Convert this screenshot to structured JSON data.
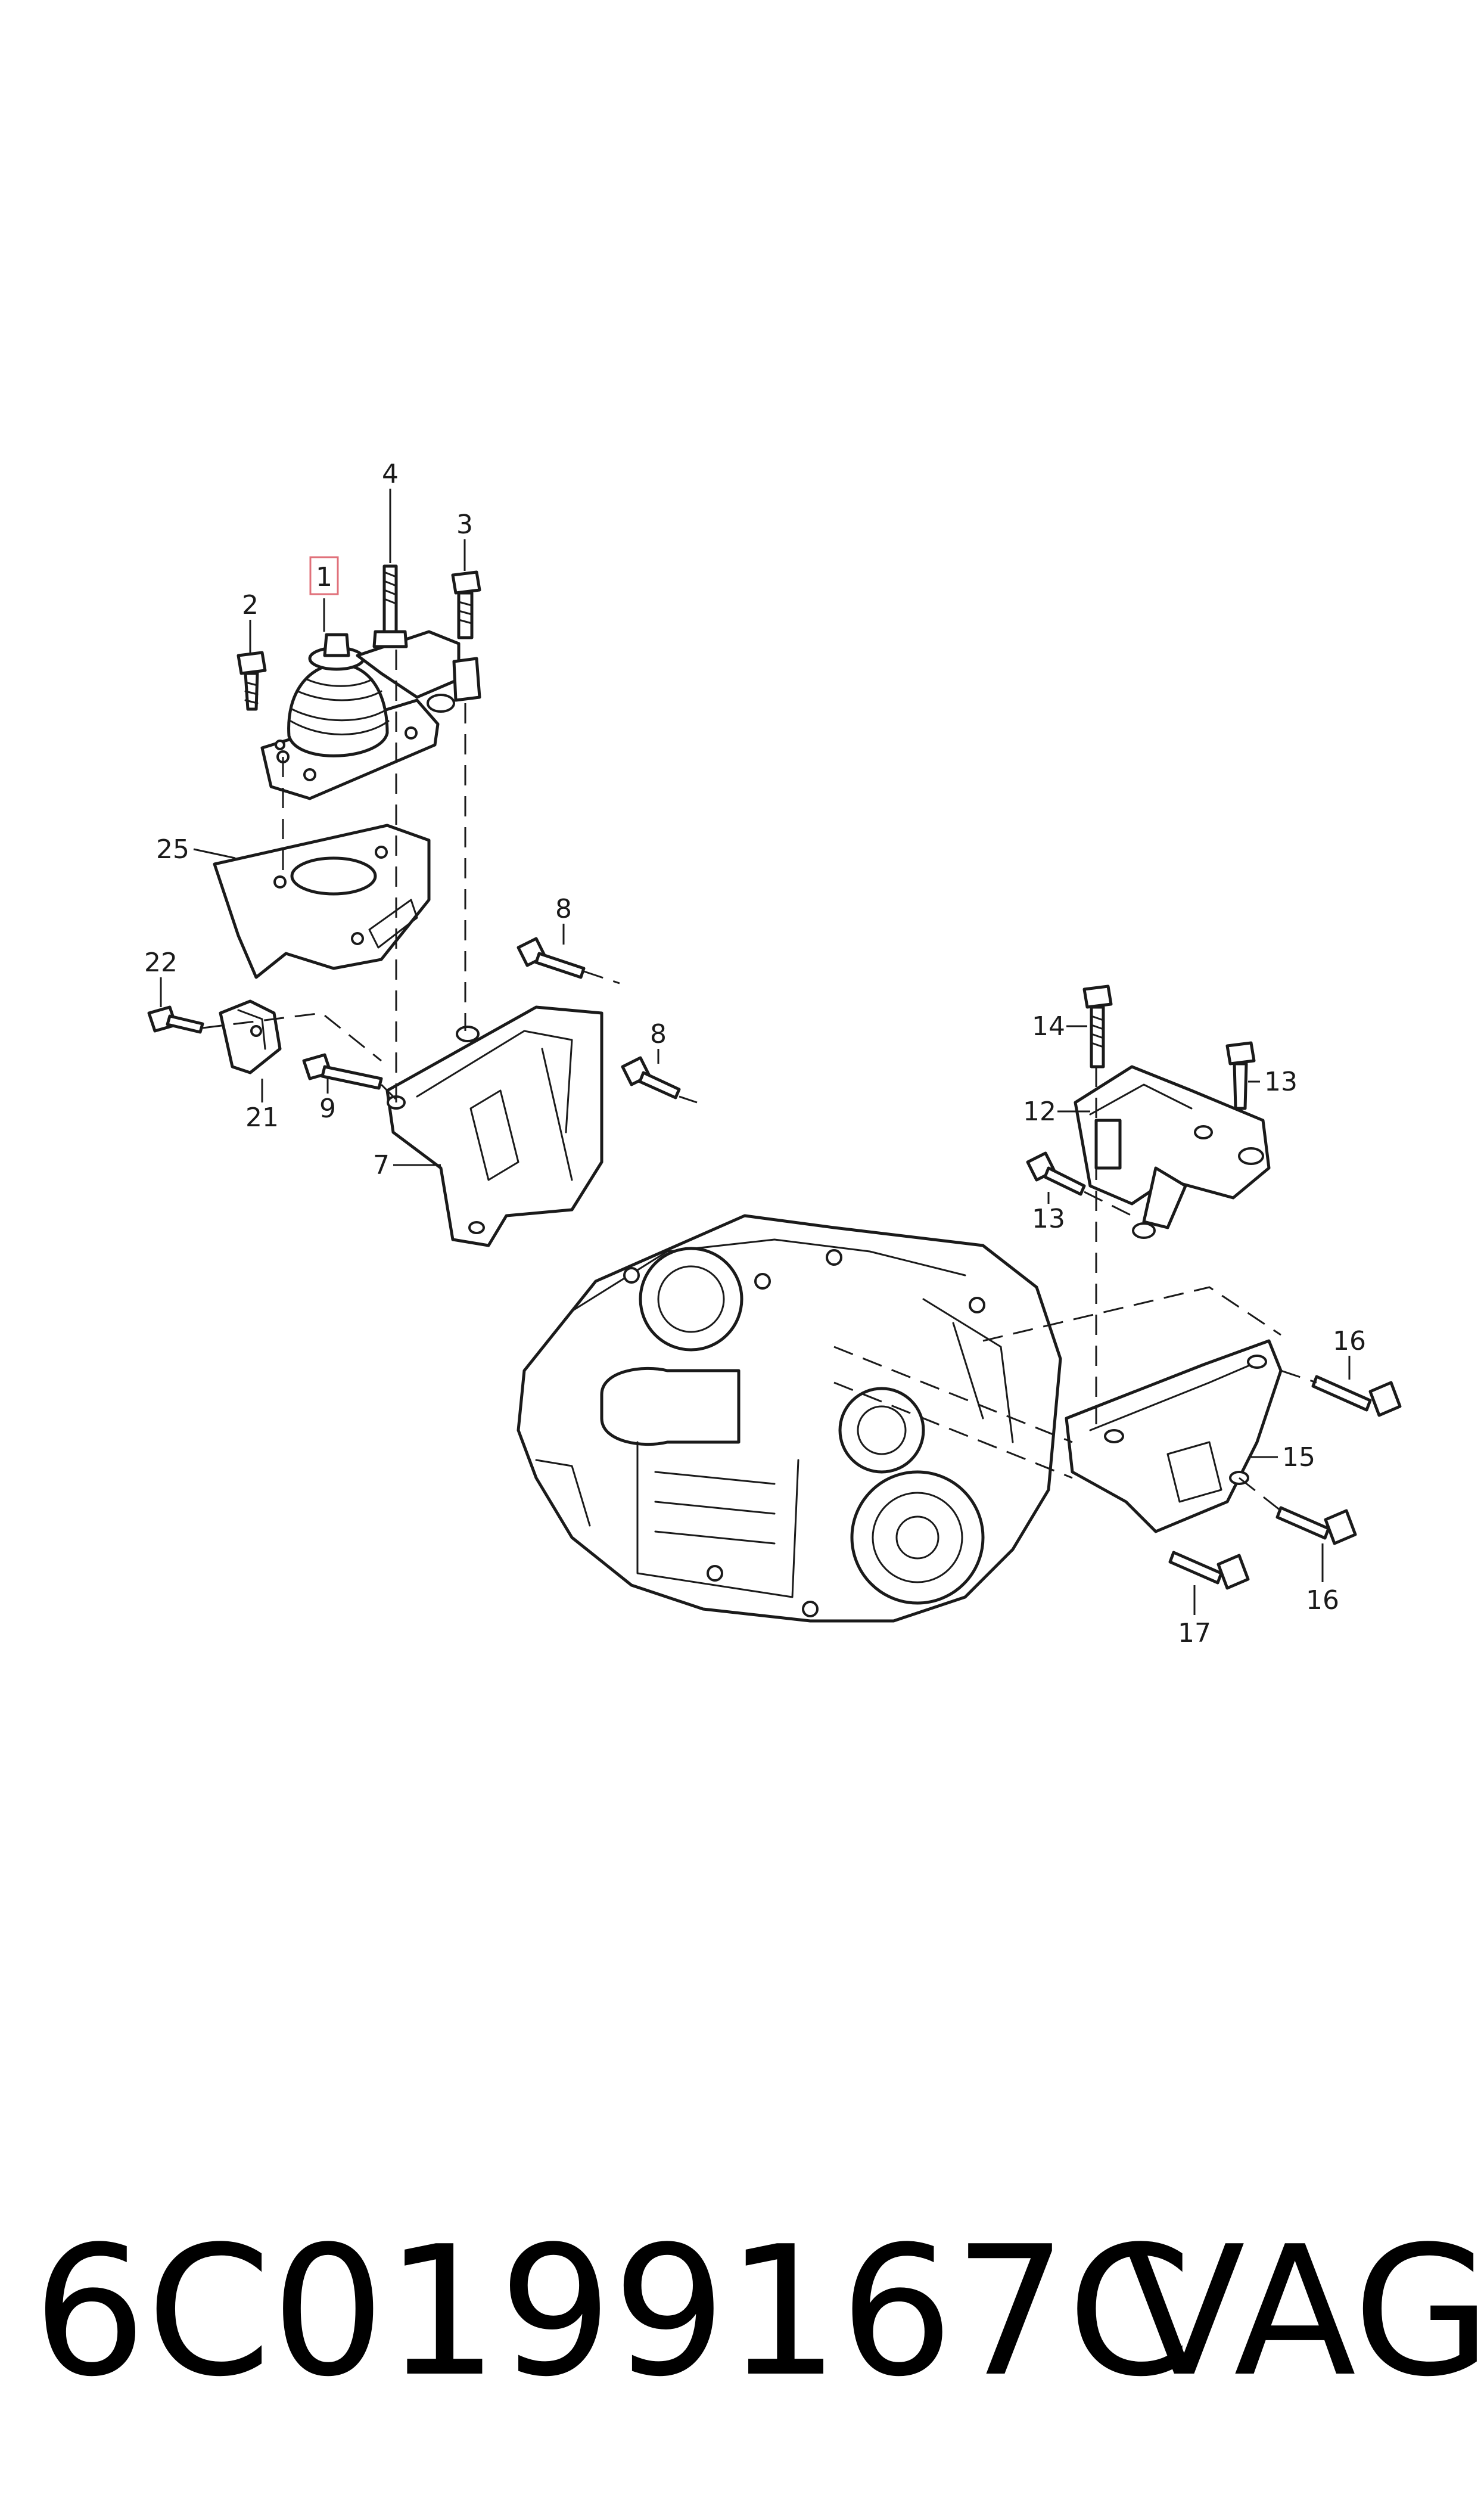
{
  "callouts": [
    {
      "id": "c1",
      "label": "1",
      "highlighted": true
    },
    {
      "id": "c2",
      "label": "2"
    },
    {
      "id": "c3",
      "label": "3"
    },
    {
      "id": "c4",
      "label": "4"
    },
    {
      "id": "c25",
      "label": "25"
    },
    {
      "id": "c8a",
      "label": "8"
    },
    {
      "id": "c8b",
      "label": "8"
    },
    {
      "id": "c22",
      "label": "22"
    },
    {
      "id": "c21",
      "label": "21"
    },
    {
      "id": "c9",
      "label": "9"
    },
    {
      "id": "c7",
      "label": "7"
    },
    {
      "id": "c14",
      "label": "14"
    },
    {
      "id": "c13a",
      "label": "13"
    },
    {
      "id": "c12",
      "label": "12"
    },
    {
      "id": "c13b",
      "label": "13"
    },
    {
      "id": "c16a",
      "label": "16"
    },
    {
      "id": "c15",
      "label": "15"
    },
    {
      "id": "c16b",
      "label": "16"
    },
    {
      "id": "c17",
      "label": "17"
    }
  ],
  "highlight_color": "#e0707a",
  "footer": {
    "part_number": "6C0199167C",
    "brand": "VAG"
  }
}
